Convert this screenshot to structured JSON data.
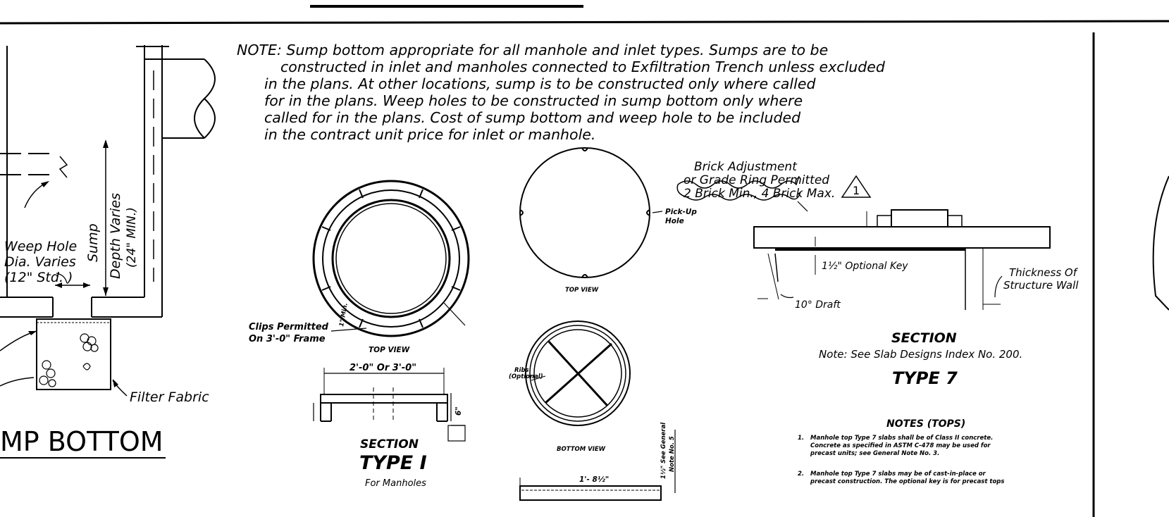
{
  "note": {
    "lines": [
      "NOTE:  Sump bottom appropriate for all manhole and inlet types. Sumps are to be",
      "constructed in inlet and manholes connected to Exfiltration Trench unless excluded",
      "in the plans.  At other locations, sump is to be constructed only where called",
      "for in the plans.  Weep holes to be constructed in sump bottom only where",
      "called for in the plans.  Cost of sump bottom and weep hole to be included",
      "in the contract unit price for inlet or manhole."
    ]
  },
  "sump": {
    "weep_hole_label": [
      "Weep Hole",
      "Dia. Varies",
      "(12\" Std. )"
    ],
    "sump_label": "Sump",
    "depth_label": [
      "Depth Varies",
      "(24\" MIN.)"
    ],
    "filter_fabric": "Filter Fabric",
    "title": "MP  BOTTOM"
  },
  "type1": {
    "clips_label": [
      "Clips Permitted",
      "On 3'-0\" Frame"
    ],
    "top_view": "TOP VIEW",
    "dim_width": "2'-0\" Or 3'-0\"",
    "dim_height": "6\"",
    "section": "SECTION",
    "title": "TYPE I",
    "subtitle": "For Manholes",
    "min_label": "1\" Min."
  },
  "cover": {
    "pickup_label": [
      "Pick-Up",
      "Hole"
    ],
    "top_view": "TOP VIEW",
    "bottom_view": "BOTTOM VIEW",
    "ribs_label": [
      "Ribs",
      "(Optional)"
    ],
    "dim": "1'- 8½\"",
    "side_note": [
      "1½\" See General",
      "Note No. 5"
    ]
  },
  "type7": {
    "callout": [
      "Brick Adjustment",
      "or Grade Ring Permitted",
      "2 Brick Min., 4 Brick Max."
    ],
    "revision": "1",
    "optional_key": "1½\" Optional Key",
    "draft": "10° Draft",
    "thickness": [
      "Thickness Of",
      "Structure Wall"
    ],
    "section": "SECTION",
    "slab_note": "Note: See Slab Designs Index No. 200.",
    "title": "TYPE 7",
    "notes_title": "NOTES (TOPS)",
    "notes": [
      [
        "1.",
        "Manhole top Type 7 slabs shall be of Class II concrete.",
        "Concrete as specified in ASTM C-478 may be used for",
        "precast units; see General Note No. 3."
      ],
      [
        "2.",
        "Manhole top Type 7 slabs may be of cast-in-place or",
        "precast construction.  The optional key is for precast tops"
      ]
    ]
  }
}
